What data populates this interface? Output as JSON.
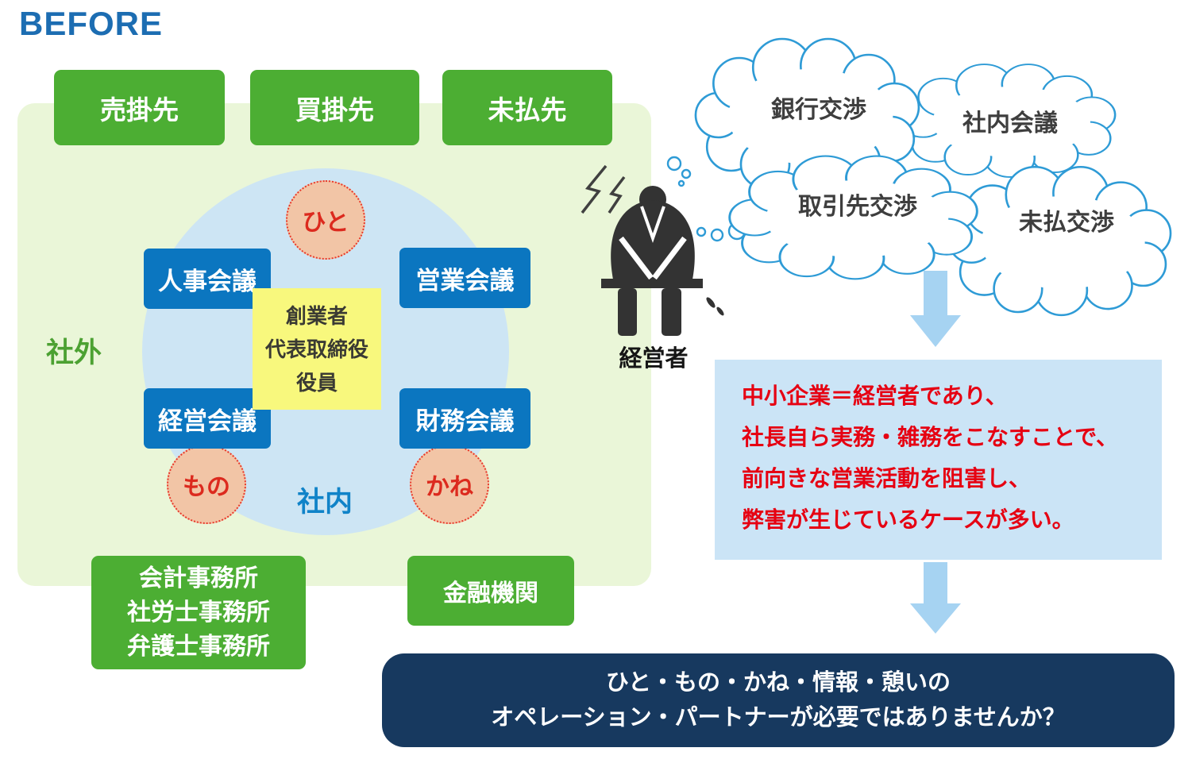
{
  "title": "BEFORE",
  "diagram": {
    "outside_label": "社外",
    "inside_label": "社内",
    "top_boxes": [
      "売掛先",
      "買掛先",
      "未払先"
    ],
    "meeting_boxes": [
      "人事会議",
      "営業会議",
      "経営会議",
      "財務会議"
    ],
    "center_box_lines": [
      "創業者",
      "代表取締役",
      "役員"
    ],
    "resource_circles": [
      "ひと",
      "もの",
      "かね"
    ],
    "partners_box_lines": [
      "会計事務所",
      "社労士事務所",
      "弁護士事務所"
    ],
    "bank_box": "金融機関"
  },
  "manager": {
    "label": "経営者"
  },
  "thought_clouds": [
    "銀行交渉",
    "社内会議",
    "取引先交渉",
    "未払交渉"
  ],
  "problem_box": {
    "lines": [
      "中小企業＝経営者であり、",
      "社長自ら実務・雑務をこなすことで、",
      "前向きな営業活動を阻害し、",
      "弊害が生じているケースが多い。"
    ]
  },
  "conclusion_box": {
    "lines": [
      "ひと・もの・かね・情報・憩いの",
      "オペレーション・パートナーが必要ではありませんか？"
    ]
  },
  "colors": {
    "title_blue": "#1c6db2",
    "green_box": "#4cae33",
    "panel_green": "#eaf6d8",
    "circle_blue": "#cde5f4",
    "meeting_blue": "#0b76c0",
    "center_yellow": "#f8f87d",
    "resource_fill": "#f2c5a6",
    "resource_border": "#e8382a",
    "problem_bg": "#cbe4f6",
    "problem_text": "#e60012",
    "conclusion_bg": "#17395f",
    "cloud_stroke": "#2e9bd6",
    "arrow_blue": "#a6d3f2",
    "person_black": "#333333"
  }
}
